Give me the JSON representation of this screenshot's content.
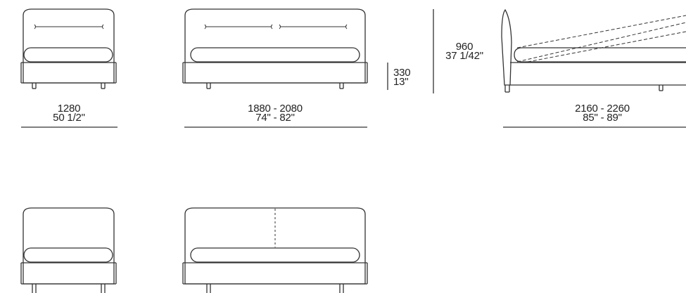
{
  "top_row": {
    "single_front": {
      "dim_mm": "1280",
      "dim_in": "50 1/2\""
    },
    "double_front": {
      "dim_mm": "1880 - 2080",
      "dim_in": "74\" - 82\""
    },
    "frame_height": {
      "dim_mm": "330",
      "dim_in": "13\""
    },
    "headboard_height": {
      "dim_mm": "960",
      "dim_in": "37 1/42\""
    },
    "side_view": {
      "dim_mm": "2160 - 2260",
      "dim_in": "85\" - 89\""
    }
  },
  "colors": {
    "line": "#333333",
    "background": "#ffffff"
  }
}
